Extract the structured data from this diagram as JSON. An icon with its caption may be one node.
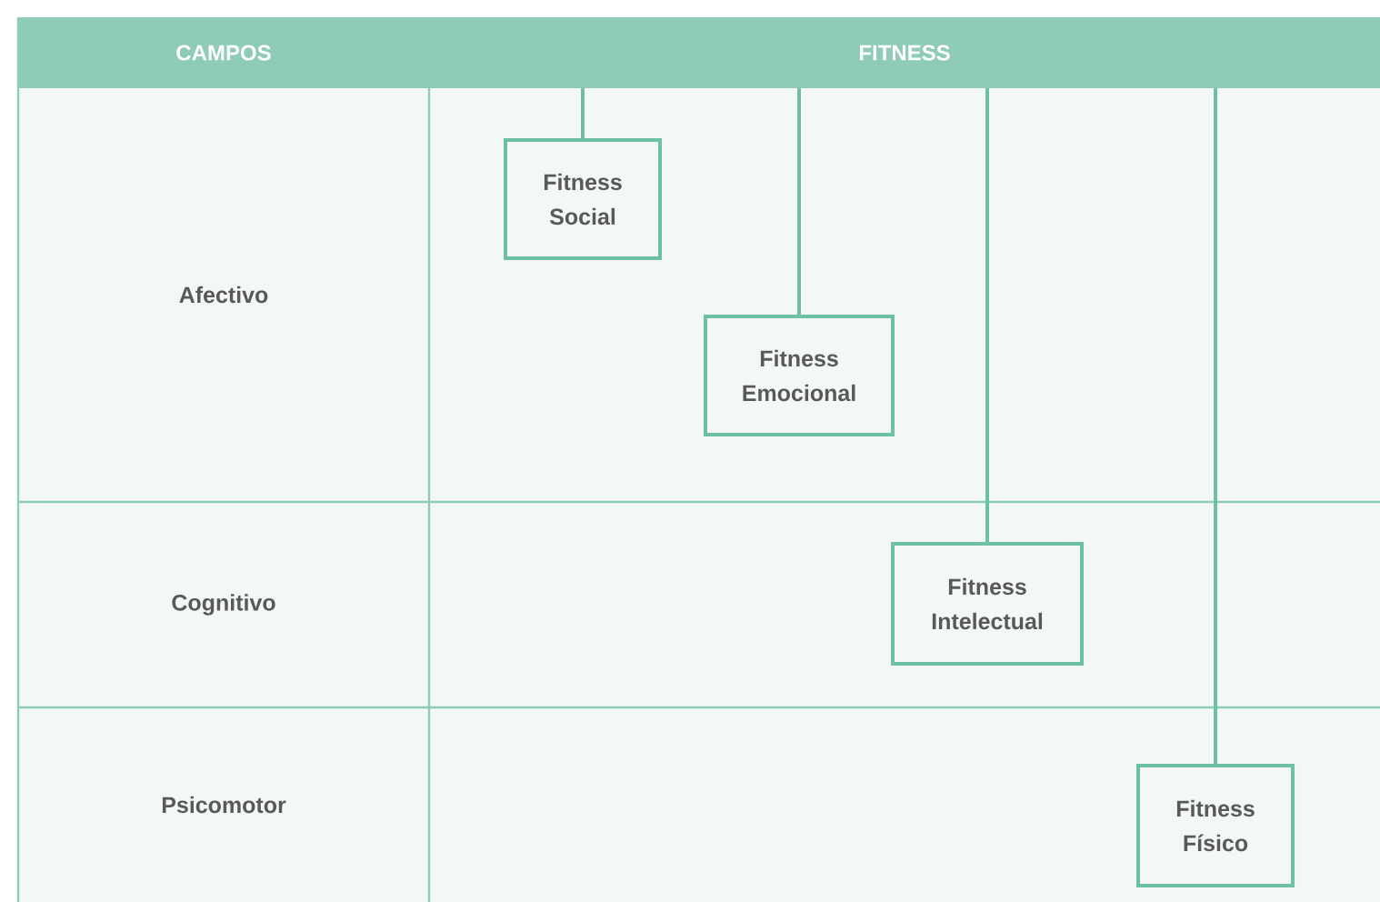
{
  "diagram": {
    "nodes": [
      {
        "text": [
          "CAMPOS"
        ]
      },
      {
        "text": [
          "FITNESS"
        ]
      },
      {
        "text": [
          "Fitness Social"
        ]
      },
      {
        "text": [
          "Fitness Emocional"
        ]
      },
      {
        "text": [
          "Fitness Intelectual"
        ]
      },
      {
        "text": [
          "Fitness Físico"
        ]
      }
    ],
    "edges": [
      {
        "from": 1,
        "to": 2,
        "arrow": "none"
      },
      {
        "from": 1,
        "to": 3,
        "arrow": "none"
      },
      {
        "from": 1,
        "to": 4,
        "arrow": "none"
      },
      {
        "from": 1,
        "to": 5,
        "arrow": "none"
      }
    ],
    "labels": [
      "Afectivo",
      "Cognitivo",
      "Psicomotor"
    ]
  }
}
